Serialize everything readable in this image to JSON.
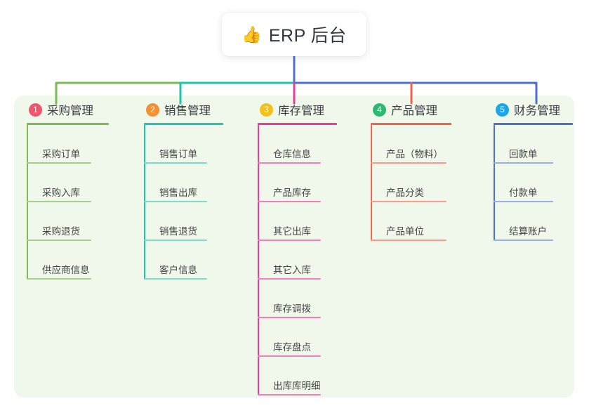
{
  "diagram": {
    "type": "mind-map",
    "root": {
      "icon": "thumbs-up-icon",
      "emoji": "👍",
      "title": "ERP 后台"
    },
    "panel_color": "#eff8ea",
    "branches": [
      {
        "index": "1",
        "title": "采购管理",
        "badge_color": "#f2546d",
        "line_color": "#7dbb54",
        "leaf_line_color": "#a7cf8c",
        "underline_width": 117,
        "leaf_line_width": 92,
        "items": [
          "采购订单",
          "采购入库",
          "采购退货",
          "供应商信息"
        ]
      },
      {
        "index": "2",
        "title": "销售管理",
        "badge_color": "#f49031",
        "line_color": "#1ec7ab",
        "leaf_line_color": "#7fd9c9",
        "underline_width": 113,
        "leaf_line_width": 90,
        "items": [
          "销售订单",
          "销售出库",
          "销售退货",
          "客户信息"
        ]
      },
      {
        "index": "3",
        "title": "库存管理",
        "badge_color": "#f5c01f",
        "line_color": "#ea3c9b",
        "leaf_line_color": "#f07fbb",
        "underline_width": 113,
        "leaf_line_width": 90,
        "items": [
          "仓库信息",
          "产品库存",
          "其它出库",
          "其它入库",
          "库存调拨",
          "库存盘点",
          "出库库明细"
        ]
      },
      {
        "index": "4",
        "title": "产品管理",
        "badge_color": "#2eb872",
        "line_color": "#f4614e",
        "leaf_line_color": "#f79b8d",
        "underline_width": 115,
        "leaf_line_width": 108,
        "items": [
          "产品（物料）",
          "产品分类",
          "产品单位"
        ]
      },
      {
        "index": "5",
        "title": "财务管理",
        "badge_color": "#1ea5e5",
        "line_color": "#4c6fd0",
        "leaf_line_color": "#9aaee4",
        "underline_width": 113,
        "leaf_line_width": 85,
        "items": [
          "回款单",
          "付款单",
          "结算账户"
        ]
      }
    ],
    "bus": {
      "segments": [
        {
          "color": "#7dbb54"
        },
        {
          "color": "#1ec7ab"
        },
        {
          "color": "#4c6fd0"
        }
      ],
      "root_stem_color": "#4c6fd0"
    }
  }
}
